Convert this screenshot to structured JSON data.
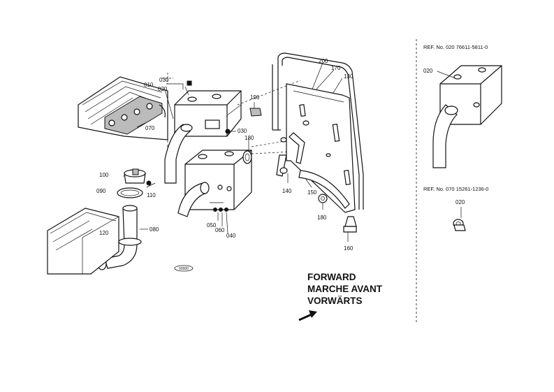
{
  "parts": {
    "p010": "010",
    "p020": "020",
    "p030a": "030",
    "p030b": "030",
    "p040": "040",
    "p050": "050",
    "p060": "060",
    "p070": "070",
    "p080": "080",
    "p090": "090",
    "p100": "100",
    "p110": "110",
    "p120": "120",
    "p130": "130",
    "p140": "140",
    "p150": "150",
    "p160": "160",
    "p170": "170",
    "p180a": "180",
    "p180b": "180",
    "p190": "190",
    "p200": "200"
  },
  "stamp": "00000",
  "direction": {
    "line1": "FORWARD",
    "line2": "MARCHE AVANT",
    "line3": "VORWÄRTS"
  },
  "references": {
    "ref1": "REF. No. 020 76611-5811-0",
    "ref1_part": "020",
    "ref2": "REF. No. 070 15261-1236-0",
    "ref2_part": "020"
  }
}
